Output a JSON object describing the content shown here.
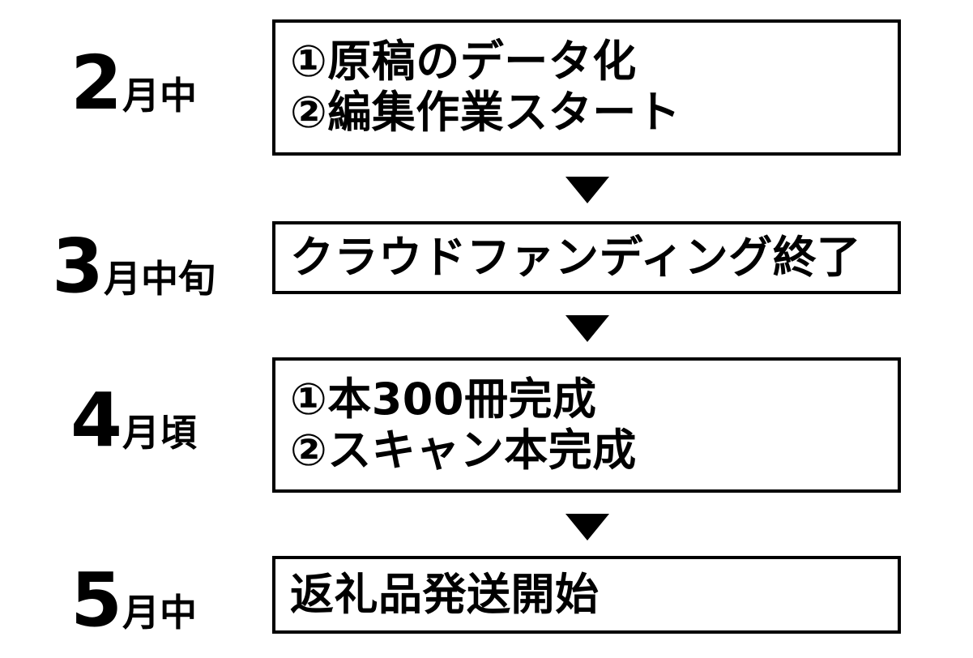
{
  "diagram": {
    "type": "vertical-flow-timeline",
    "title": "",
    "background_color": "#ffffff",
    "line_color": "#000000",
    "text_color": "#000000",
    "arrow_glyph": "down-triangle",
    "steps": [
      {
        "month_number": "2",
        "month_suffix": "月中",
        "lines": [
          "①原稿のデータ化",
          "②編集作業スタート"
        ]
      },
      {
        "month_number": "3",
        "month_suffix": "月中旬",
        "lines": [
          "クラウドファンディング終了"
        ]
      },
      {
        "month_number": "4",
        "month_suffix": "月頃",
        "lines": [
          "①本300冊完成",
          "②スキャン本完成"
        ]
      },
      {
        "month_number": "5",
        "month_suffix": "月中",
        "lines": [
          "返礼品発送開始"
        ]
      }
    ]
  }
}
